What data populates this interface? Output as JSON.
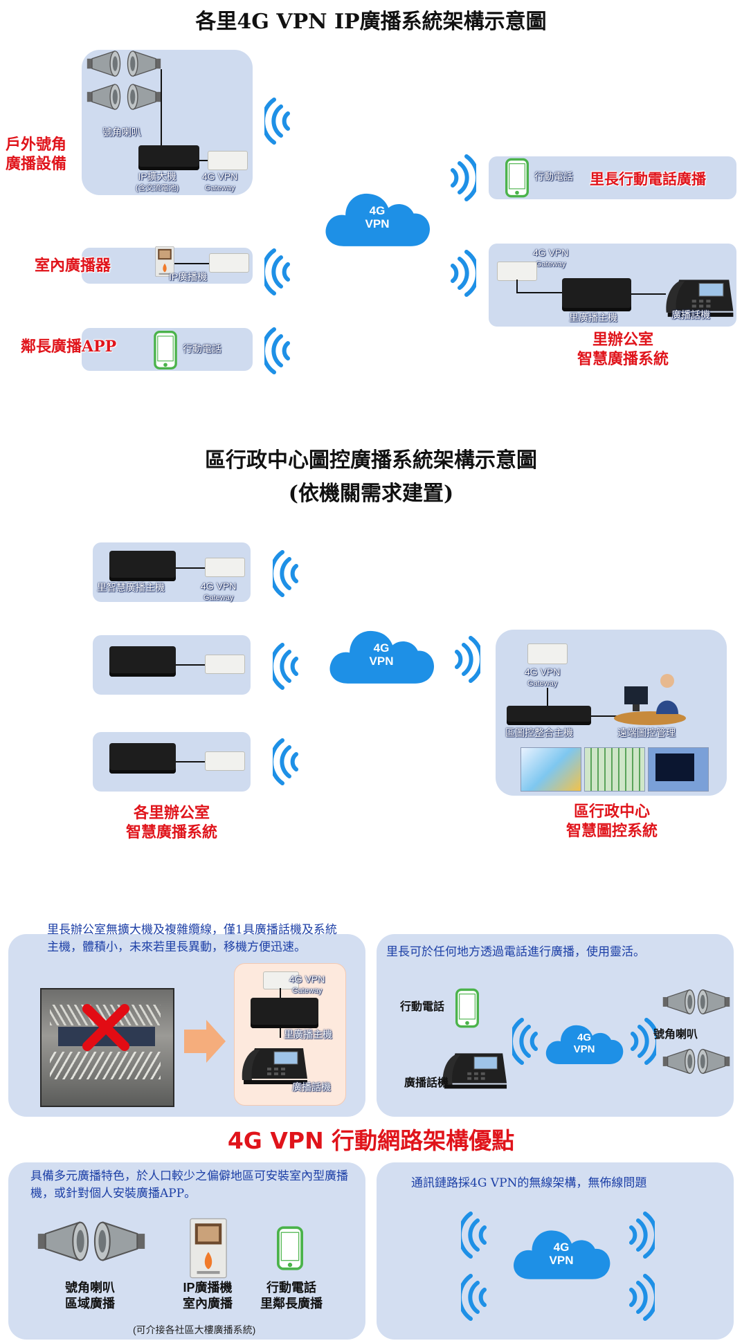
{
  "section1": {
    "title": "各里4G VPN IP廣播系統架構示意圖",
    "outdoor_label": "戶外號角\n廣播設備",
    "horn_label": "號角喇叭",
    "amp_label": "IP擴大機",
    "amp_sub": "(含交流電池)",
    "gateway_label": "4G VPN",
    "gateway_sub": "Gateway",
    "indoor_label": "室內廣播器",
    "ip_bc_label": "IP廣播機",
    "app_label": "鄰長廣播APP",
    "phone_label": "行動電話",
    "cloud": "4G\nVPN",
    "chief_phone_label": "行動電話",
    "chief_phone_red": "里長行動電話廣播",
    "office_host": "里廣播主機",
    "office_phone": "廣播話機",
    "office_red": "里辦公室\n智慧廣播系統"
  },
  "section2": {
    "title": "區行政中心圖控廣播系統架構示意圖",
    "subtitle": "(依機關需求建置)",
    "smart_host": "里智慧廣播主機",
    "gateway_label": "4G VPN",
    "gateway_sub": "Gateway",
    "cloud": "4G\nVPN",
    "left_red": "各里辦公室\n智慧廣播系統",
    "center_host": "區圖控整合主機",
    "remote": "遠端圖控管理",
    "right_red": "區行政中心\n智慧圖控系統"
  },
  "section3": {
    "title": "4G VPN 行動網路架構優點",
    "p1_text": "里長辦公室無擴大機及複雜纜線，僅1具廣播話機及系統主機，體積小，未來若里長異動，移機方便迅速。",
    "p1_gateway": "4G VPN",
    "p1_gateway_sub": "Gateway",
    "p1_host": "里廣播主機",
    "p1_phone": "廣播話機",
    "p2_text": "里長可於任何地方透過電話進行廣播，使用靈活。",
    "p2_mobile": "行動電話",
    "p2_deskphone": "廣播話機",
    "p2_horn": "號角喇叭",
    "p2_cloud": "4G\nVPN",
    "p3_text": "具備多元廣播特色，於人口較少之偏僻地區可安裝室內型廣播機，或針對個人安裝廣播APP。",
    "p3_horn": "號角喇叭\n區域廣播",
    "p3_ipbc": "IP廣播機\n室內廣播",
    "p3_mobile": "行動電話\n里鄰長廣播",
    "p3_note": "(可介接各社區大樓廣播系統)",
    "p4_text": "通訊鏈路採4G VPN的無線架構，無佈線問題",
    "p4_cloud": "4G\nVPN"
  },
  "colors": {
    "panel": "#d3def1",
    "red": "#e0141b",
    "blue_text": "#1c3fa6",
    "cloud": "#1e90e6",
    "wifi": "#1e90e6"
  }
}
